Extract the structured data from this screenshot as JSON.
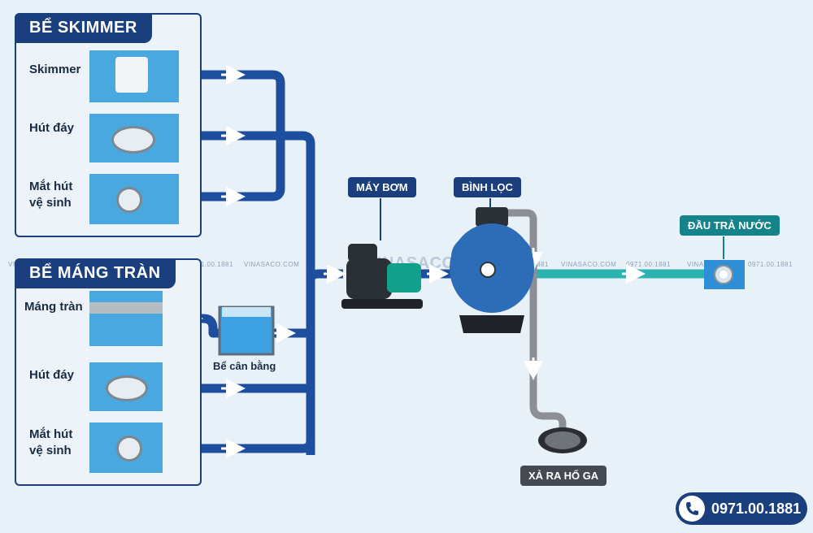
{
  "panels": {
    "skimmer": {
      "title": "BỂ SKIMMER",
      "items": [
        "Skimmer",
        "Hút đáy",
        "Mắt hút\nvệ sinh"
      ]
    },
    "overflow": {
      "title": "BỂ MÁNG TRÀN",
      "items": [
        "Máng tràn",
        "Hút đáy",
        "Mắt hút\nvệ sinh"
      ]
    }
  },
  "balance_tank": "Bể cân bằng",
  "pump": "MÁY BƠM",
  "filter": "BÌNH LỌC",
  "return_inlet": "ĐẦU TRẢ NƯỚC",
  "drain": "XẢ RA HỐ GA",
  "phone": "0971.00.1881",
  "watermark": {
    "brand": "VINASACO.COM",
    "phone": "0971.00.1881",
    "logo": "VINASACO"
  },
  "colors": {
    "pipe": "#1d4f9e",
    "return_pipe": "#2bb3b0",
    "drain_pipe": "#8c8f95",
    "panel": "#1b3e7c",
    "tag_blue": "#1b3e7c",
    "tag_teal": "#14838a",
    "tag_dark": "#454a52"
  }
}
